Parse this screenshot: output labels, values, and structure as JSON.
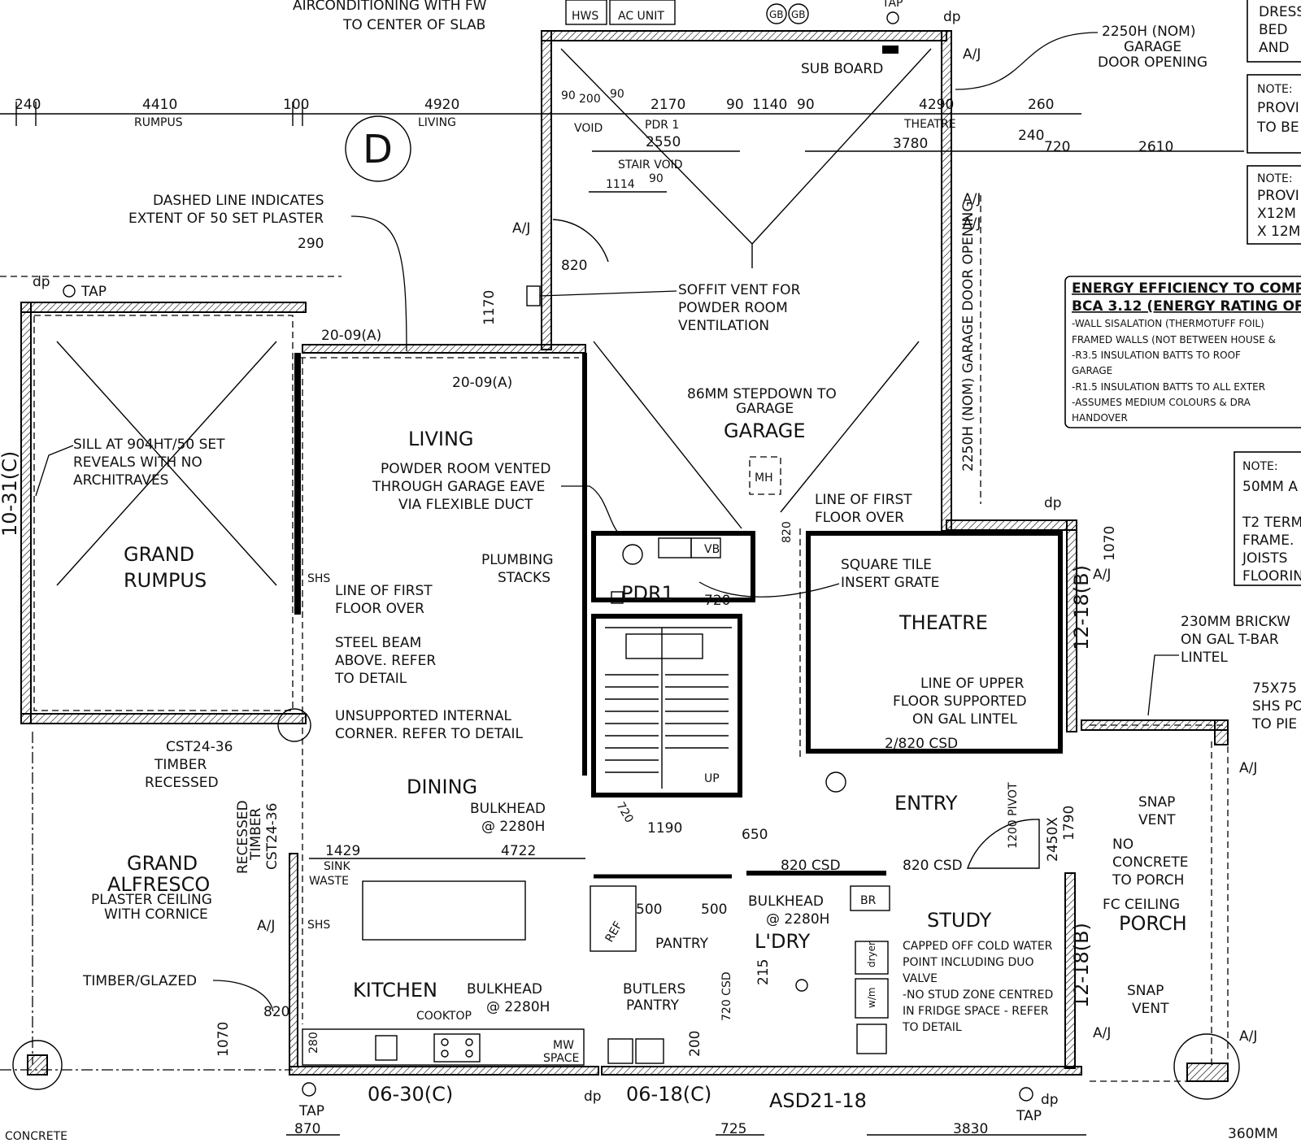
{
  "top_notes": {
    "aircon_1": "AIRCONDITIONING WITH FW",
    "aircon_2": "TO CENTER OF SLAB",
    "hws": "HWS",
    "ac_unit": "AC UNIT",
    "gb": "GB",
    "tap": "TAP",
    "dp": "dp"
  },
  "dimensions_top": {
    "d240": "240",
    "d4410": "4410",
    "rumpus": "RUMPUS",
    "d100": "100",
    "d4920": "4920",
    "living": "LIVING",
    "d90a": "90",
    "d200": "200",
    "d90b": "90",
    "void": "VOID",
    "d2170": "2170",
    "pdr1": "PDR 1",
    "d90c": "90",
    "d1140": "1140",
    "d90d": "90",
    "d4290": "4290",
    "theatre": "THEATRE",
    "d2550": "2550",
    "stair_void": "STAIR VOID",
    "d1114": "1114",
    "d90e": "90",
    "d3780": "3780",
    "d260": "260",
    "d240b": "240",
    "d720": "720",
    "d2610": "2610",
    "d290": "290",
    "d1170": "1170",
    "d1070": "1070"
  },
  "garage_door_note": [
    "2250H (NOM)",
    "GARAGE",
    "DOOR OPENING"
  ],
  "section_marker": "D",
  "notes": {
    "dashed_line": [
      "DASHED LINE INDICATES",
      "EXTENT OF 50 SET PLASTER"
    ],
    "soffit_vent": [
      "SOFFIT VENT FOR",
      "POWDER ROOM",
      "VENTILATION"
    ],
    "stepdown": [
      "86MM STEPDOWN TO",
      "GARAGE"
    ],
    "garage_door_vertical": "2250H (NOM) GARAGE DOOR OPENING",
    "powder_vent": [
      "POWDER ROOM VENTED",
      "THROUGH GARAGE EAVE",
      "VIA FLEXIBLE DUCT"
    ],
    "line_first_floor_1": [
      "LINE OF FIRST",
      "FLOOR OVER"
    ],
    "plumbing": [
      "PLUMBING",
      "STACKS"
    ],
    "square_tile": [
      "SQUARE TILE",
      "INSERT GRATE"
    ],
    "sill": [
      "SILL AT 904HT/50 SET",
      "REVEALS WITH NO",
      "ARCHITRAVES"
    ],
    "line_first_floor_2": [
      "LINE OF FIRST",
      "FLOOR OVER"
    ],
    "steel_beam": [
      "STEEL BEAM",
      "ABOVE. REFER",
      "TO DETAIL"
    ],
    "unsupported": [
      "UNSUPPORTED INTERNAL",
      "CORNER. REFER TO DETAIL"
    ],
    "upper_floor": [
      "LINE OF UPPER",
      "FLOOR SUPPORTED",
      "ON GAL LINTEL"
    ],
    "timber_recessed": [
      "CST24-36",
      "TIMBER",
      "RECESSED"
    ],
    "recessed_timber_v": [
      "RECESSED",
      "TIMBER",
      "CST24-36"
    ],
    "bulkhead_1": [
      "BULKHEAD",
      "@ 2280H"
    ],
    "bulkhead_2": [
      "BULKHEAD",
      "@ 2280H"
    ],
    "bulkhead_3": [
      "BULKHEAD",
      "@ 2280H"
    ],
    "sink_waste": [
      "SINK",
      "WASTE"
    ],
    "plaster_ceiling": [
      "PLASTER CEILING",
      "WITH CORNICE"
    ],
    "timber_glazed": "TIMBER/GLAZED",
    "cooktop": "COOKTOP",
    "mw_space": [
      "MW",
      "SPACE"
    ],
    "study_notes": [
      "CAPPED OFF COLD WATER",
      "POINT INCLUDING DUO",
      "VALVE",
      "-NO STUD ZONE CENTRED",
      "IN FRIDGE SPACE - REFER",
      "TO DETAIL"
    ],
    "brickwork": [
      "230MM BRICKW",
      "ON GAL T-BAR",
      "LINTEL"
    ],
    "shs_post": [
      "75X75",
      "SHS PO",
      "TO PIE"
    ],
    "snap_vent_1": [
      "SNAP",
      "VENT"
    ],
    "snap_vent_2": [
      "SNAP",
      "VENT"
    ],
    "no_concrete": [
      "NO",
      "CONCRETE",
      "TO PORCH"
    ],
    "fc_ceiling": "FC CEILING",
    "concrete_bottom": "CONCRETE",
    "d360": "360MM"
  },
  "right_panel": {
    "box1": [
      "DRESS",
      "BED",
      "AND"
    ],
    "box2": [
      "NOTE:",
      "PROVI",
      "TO BE"
    ],
    "box3": [
      "NOTE:",
      "PROVI",
      "X12M",
      "X 12M"
    ],
    "energy_title_1": "ENERGY EFFICIENCY TO COMP",
    "energy_title_2": "BCA 3.12 (ENERGY RATING OF",
    "energy_lines": [
      "-WALL SISALATION (THERMOTUFF FOIL)",
      "FRAMED WALLS (NOT BETWEEN HOUSE &",
      "-R3.5 INSULATION BATTS TO ROOF",
      "GARAGE",
      "-R1.5 INSULATION BATTS TO ALL EXTER",
      "-ASSUMES MEDIUM COLOURS & DRA",
      "HANDOVER"
    ],
    "box4": [
      "NOTE:",
      "50MM A",
      "",
      "T2 TERM",
      "FRAME.",
      "JOISTS",
      "FLOORIN"
    ]
  },
  "rooms": {
    "sub_board": "SUB BOARD",
    "garage": "GARAGE",
    "living": "LIVING",
    "grand_rumpus": [
      "GRAND",
      "RUMPUS"
    ],
    "pdr1": "PDR1",
    "theatre": "THEATRE",
    "entry": "ENTRY",
    "dining": "DINING",
    "grand_alfresco": [
      "GRAND",
      "ALFRESCO"
    ],
    "kitchen": "KITCHEN",
    "butlers_pantry": [
      "BUTLERS",
      "PANTRY"
    ],
    "pantry": "PANTRY",
    "ldry": "L'DRY",
    "study": "STUDY",
    "porch": "PORCH"
  },
  "window_codes": {
    "w2009a_1": "20-09(A)",
    "w2009a_2": "20-09(A)",
    "w1031c": "10-31(C)",
    "w1218b_1": "12-18(B)",
    "w1218b_2": "12-18(B)",
    "w0630c": "06-30(C)",
    "w0618c": "06-18(C)",
    "asd": "ASD21-18",
    "w2450x": "2450X",
    "w1790": "1790"
  },
  "door_labels": {
    "d820a": "820",
    "d820b": "820",
    "d720a": "720",
    "d720b": "720",
    "csd_2820": "2/820 CSD",
    "csd_820a": "820 CSD",
    "csd_820b": "820 CSD",
    "csd_720": "720 CSD",
    "pivot": "1200 PIVOT",
    "up": "UP",
    "d820c": "820"
  },
  "misc_dims": {
    "d1190": "1190",
    "d650": "650",
    "d1429": "1429",
    "d4722": "4722",
    "d500a": "500",
    "d500b": "500",
    "d215": "215",
    "d200": "200",
    "d280": "280",
    "d1070b": "1070",
    "d870": "870",
    "d725": "725",
    "d3830": "3830",
    "shs_a": "SHS",
    "shs_b": "SHS",
    "aj": "A/J",
    "vb": "VB",
    "mh": "MH",
    "br": "BR",
    "wm": "w/m",
    "dryer": "dryer",
    "ref": "REF"
  }
}
